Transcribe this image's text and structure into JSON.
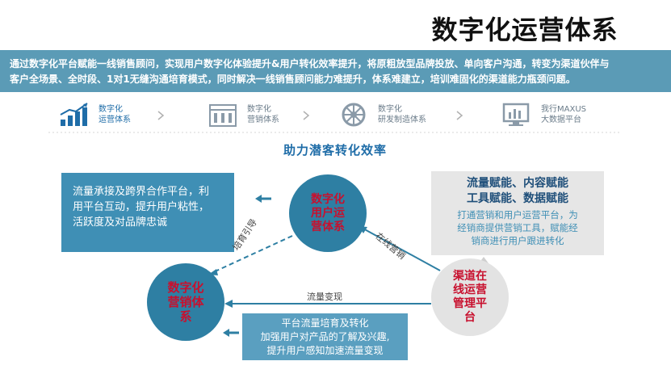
{
  "title": "数字化运营体系",
  "banner": {
    "line1": "通过数字化平台赋能一线销售顾问，实现用户数字化体验提升&用户转化效率提升，将原粗放型品牌投放、单向客户沟通，转变为渠道伙伴与",
    "line2": "客户全场景、全时段、1对1无缝沟通培育模式，同时解决一线销售顾问能力难提升，体系难建立，培训难固化的渠道能力瓶颈问题。"
  },
  "systems": [
    {
      "line1": "数字化",
      "line2": "运营体系",
      "icon": "bar-chart-icon"
    },
    {
      "line1": "数字化",
      "line2": "营销体系",
      "icon": "building-icon"
    },
    {
      "line1": "数字化",
      "line2": "研发制造体系",
      "icon": "wheel-icon"
    },
    {
      "line1": "我行MAXUS",
      "line2": "大数据平台",
      "icon": "monitor-icon"
    }
  ],
  "subtitle": "助力潜客转化效率",
  "left_box": {
    "line1": "流量承接及跨界合作平台，利",
    "line2": "用平台互动，提升用户粘性，",
    "line3": "活跃度及对品牌忠诚"
  },
  "right_box": {
    "head1": "流量赋能、内容赋能",
    "head2": "工具赋能、数据赋能",
    "body1": "打通营销和用户运营平台，为",
    "body2": "经销商提供营销工具，赋能经",
    "body3": "销商进行用户跟进转化"
  },
  "circles": {
    "top": {
      "l1": "数字化",
      "l2": "用户运",
      "l3": "营体系"
    },
    "left": {
      "l1": "数字化",
      "l2": "营销体",
      "l3": "系"
    },
    "right": {
      "l1": "渠道在",
      "l2": "线运营",
      "l3": "管理平",
      "l4": "台"
    }
  },
  "arrows": {
    "diag_left": "培育引导",
    "diag_right": "在线营销",
    "bottom": "流量变现"
  },
  "bottom_box": {
    "line1": "平台流量培育及转化",
    "line2": "加强用户对产品的了解及兴趣,",
    "line3": "提升用户感知加速流量变现"
  }
}
